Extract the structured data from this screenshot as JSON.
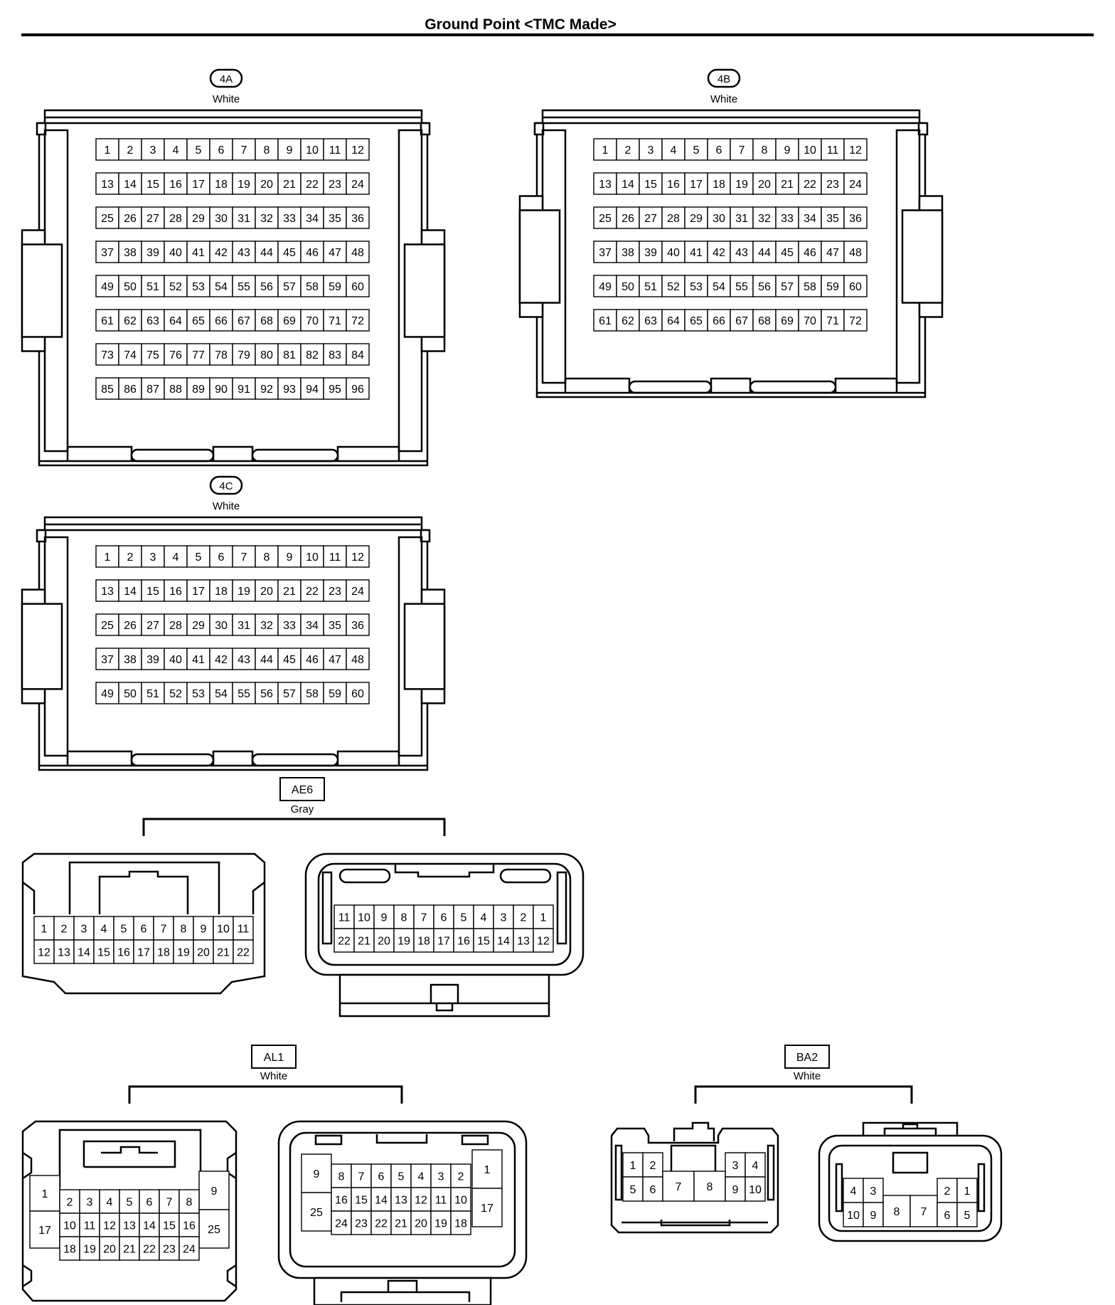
{
  "title": "Ground Point <TMC Made>",
  "connectors": {
    "c4a": {
      "code": "4A",
      "color": "White",
      "rows": 8
    },
    "c4b": {
      "code": "4B",
      "color": "White",
      "rows": 6
    },
    "c4c": {
      "code": "4C",
      "color": "White",
      "rows": 5
    },
    "ae6": {
      "code": "AE6",
      "color": "Gray",
      "left_rows": [
        [
          "1",
          "2",
          "3",
          "4",
          "5",
          "6",
          "7",
          "8",
          "9",
          "10",
          "11"
        ],
        [
          "12",
          "13",
          "14",
          "15",
          "16",
          "17",
          "18",
          "19",
          "20",
          "21",
          "22"
        ]
      ],
      "right_rows": [
        [
          "11",
          "10",
          "9",
          "8",
          "7",
          "6",
          "5",
          "4",
          "3",
          "2",
          "1"
        ],
        [
          "22",
          "21",
          "20",
          "19",
          "18",
          "17",
          "16",
          "15",
          "14",
          "13",
          "12"
        ]
      ]
    },
    "al1": {
      "code": "AL1",
      "color": "White",
      "left_outer": [
        "1",
        "17",
        "9",
        "25"
      ],
      "left_grid": [
        [
          "2",
          "3",
          "4",
          "5",
          "6",
          "7",
          "8"
        ],
        [
          "10",
          "11",
          "12",
          "13",
          "14",
          "15",
          "16"
        ],
        [
          "18",
          "19",
          "20",
          "21",
          "22",
          "23",
          "24"
        ]
      ],
      "right_outer": [
        "9",
        "25",
        "1",
        "17"
      ],
      "right_grid": [
        [
          "8",
          "7",
          "6",
          "5",
          "4",
          "3",
          "2"
        ],
        [
          "16",
          "15",
          "14",
          "13",
          "12",
          "11",
          "10"
        ],
        [
          "24",
          "23",
          "22",
          "21",
          "20",
          "19",
          "18"
        ]
      ]
    },
    "ba2": {
      "code": "BA2",
      "color": "White",
      "left_pins": [
        "1",
        "2",
        "3",
        "4",
        "5",
        "6",
        "7",
        "8",
        "9",
        "10"
      ],
      "right_pins": [
        "4",
        "3",
        "2",
        "1",
        "10",
        "9",
        "8",
        "7",
        "6",
        "5"
      ]
    }
  }
}
